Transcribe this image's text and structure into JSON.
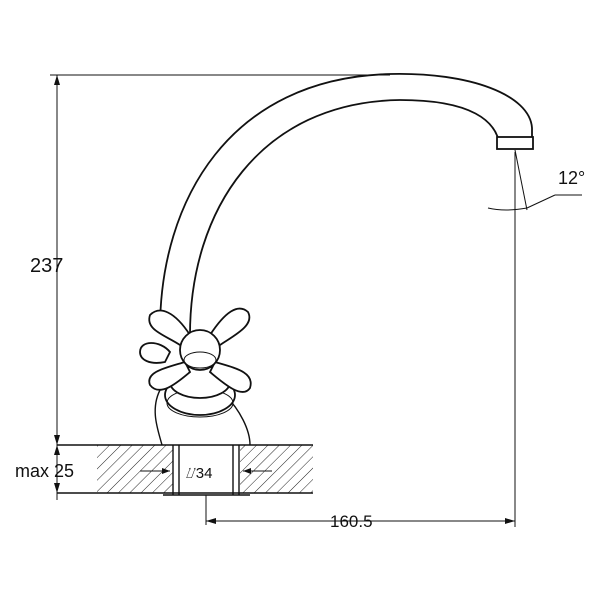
{
  "title": "Faucet dimension drawing",
  "dimensions": {
    "height": "237",
    "max_thickness": "max 25",
    "hole_diameter": "⌰34",
    "reach": "160.5",
    "spout_angle": "12°"
  }
}
